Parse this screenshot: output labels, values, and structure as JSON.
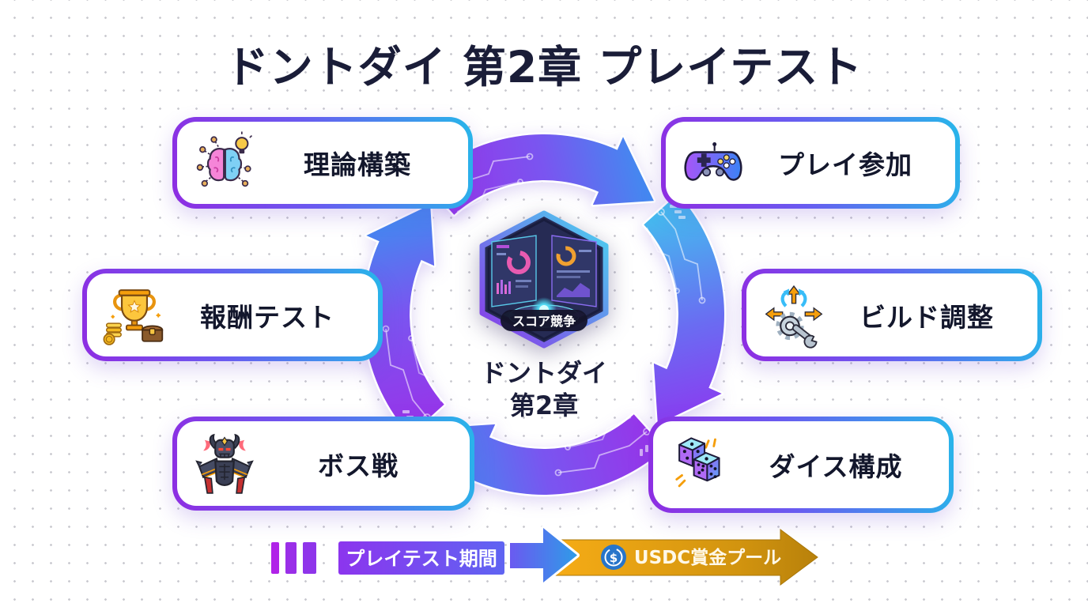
{
  "title": "ドントダイ 第2章 プレイテスト",
  "center": {
    "badge_label": "スコア競争",
    "title_line1": "ドントダイ",
    "title_line2": "第2章"
  },
  "nodes": [
    {
      "label": "理論構築"
    },
    {
      "label": "プレイ参加"
    },
    {
      "label": "報酬テスト"
    },
    {
      "label": "ビルド調整"
    },
    {
      "label": "ボス戦"
    },
    {
      "label": "ダイス構成"
    }
  ],
  "timeline": {
    "phase1_label": "プレイテスト期間",
    "phase2_label": "USDC賞金プール",
    "usdc_symbol": "$"
  },
  "colors": {
    "accent_purple": "#8e2de2",
    "accent_cyan": "#27b6ea",
    "flow_blue": "#3e8ee6",
    "prize_gold": "#d99114",
    "usdc_blue": "#2775ca",
    "ink": "#1a1d38"
  }
}
